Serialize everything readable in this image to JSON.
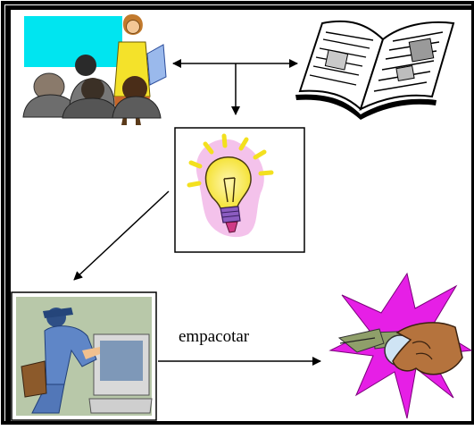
{
  "diagram": {
    "edge_label": "empacotar",
    "nodes": [
      {
        "id": "meeting",
        "icon": "presenter-with-audience-icon"
      },
      {
        "id": "book",
        "icon": "open-book-icon"
      },
      {
        "id": "idea",
        "icon": "lightbulb-icon"
      },
      {
        "id": "worker",
        "icon": "worker-at-computer-icon"
      },
      {
        "id": "key",
        "icon": "hand-holding-key-icon"
      }
    ],
    "colors": {
      "frame": "#000000",
      "cyan": "#00e5f0",
      "magenta": "#e61fe6",
      "bulb_yellow": "#f8ee4a"
    }
  }
}
